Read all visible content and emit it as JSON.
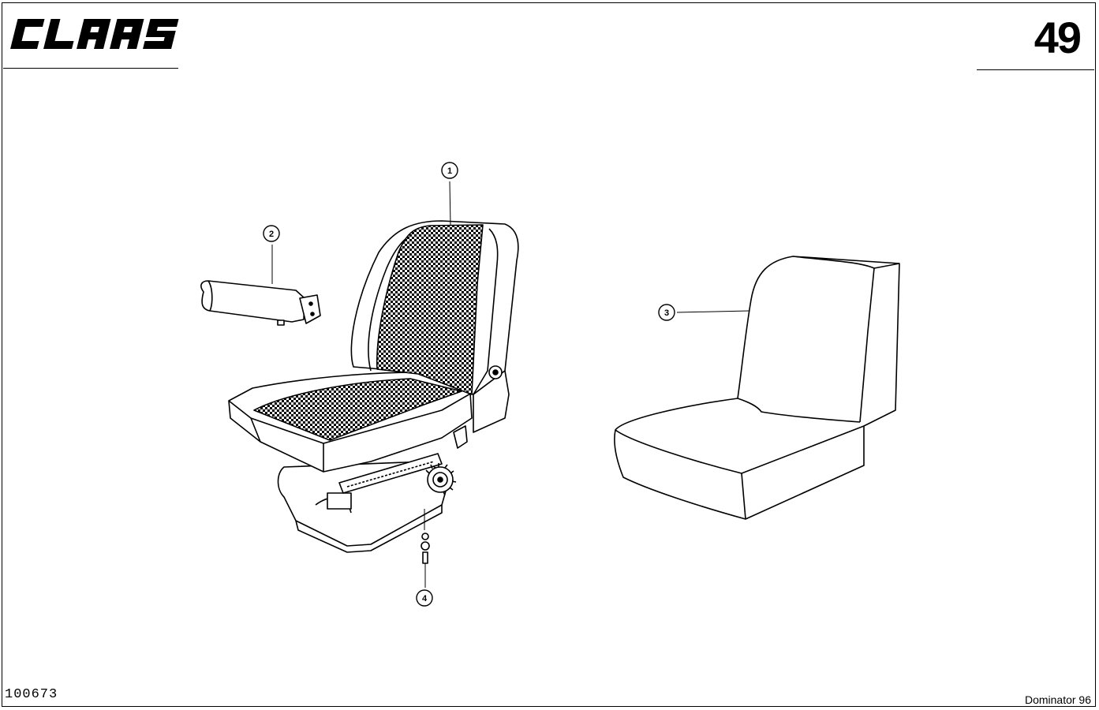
{
  "header": {
    "brand": "CLAAS",
    "page_number": "49"
  },
  "callouts": [
    {
      "id": "callout-1",
      "label": "1"
    },
    {
      "id": "callout-2",
      "label": "2"
    },
    {
      "id": "callout-3",
      "label": "3"
    },
    {
      "id": "callout-4",
      "label": "4"
    }
  ],
  "footer": {
    "reference_number": "100673",
    "model": "Dominator 96"
  }
}
